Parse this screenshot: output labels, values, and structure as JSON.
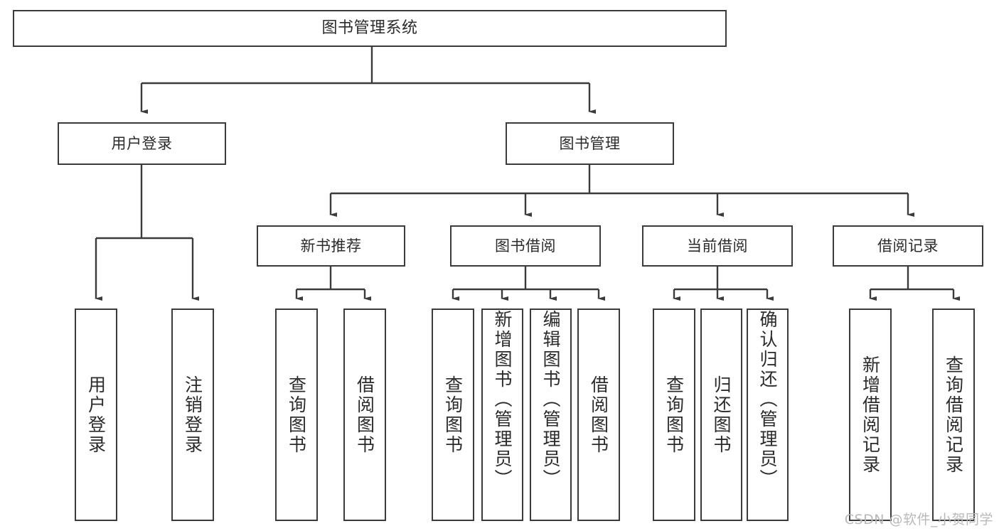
{
  "diagram": {
    "title": "图书管理系统",
    "type": "hierarchy-tree",
    "colors": {
      "stroke": "#3b3b3b",
      "fill": "#ffffff",
      "text": "#2b2b2b",
      "watermark": "#b9b9b9"
    },
    "root": {
      "label": "图书管理系统"
    },
    "level2": [
      {
        "label": "用户登录"
      },
      {
        "label": "图书管理"
      }
    ],
    "level3": [
      {
        "label": "新书推荐"
      },
      {
        "label": "图书借阅"
      },
      {
        "label": "当前借阅"
      },
      {
        "label": "借阅记录"
      }
    ],
    "leaves": {
      "user_login": [
        {
          "label": "用户登录"
        },
        {
          "label": "注销登录"
        }
      ],
      "new_book_recommend": [
        {
          "label": "查询图书"
        },
        {
          "label": "借阅图书"
        }
      ],
      "book_borrow": [
        {
          "label": "查询图书"
        },
        {
          "label": "新增图书（管理员）"
        },
        {
          "label": "编辑图书（管理员）"
        },
        {
          "label": "借阅图书"
        }
      ],
      "current_borrow": [
        {
          "label": "查询图书"
        },
        {
          "label": "归还图书"
        },
        {
          "label": "确认归还（管理员）"
        }
      ],
      "borrow_record": [
        {
          "label": "新增借阅记录"
        },
        {
          "label": "查询借阅记录"
        }
      ]
    },
    "watermark": "CSDN @软件_小贺同学"
  }
}
